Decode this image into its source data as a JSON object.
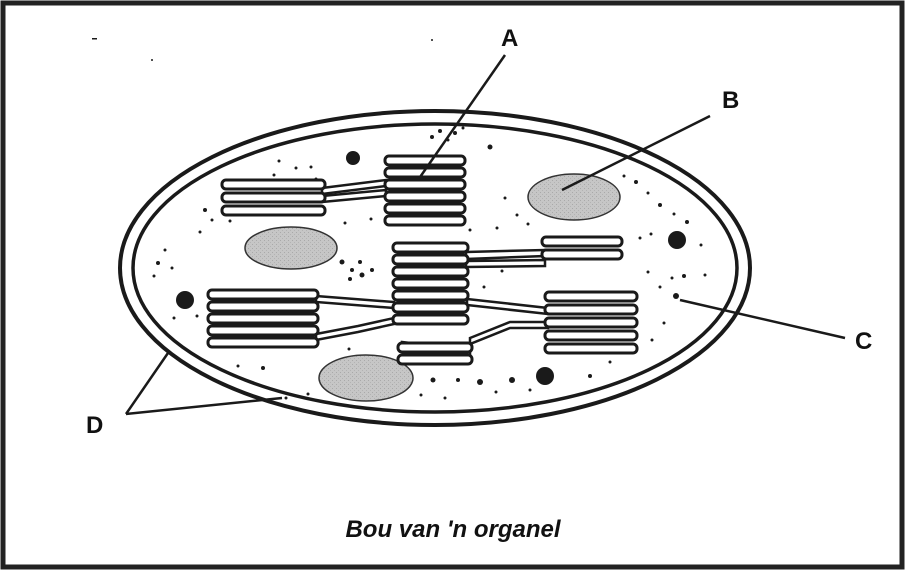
{
  "diagram": {
    "caption": "Bou van 'n organel",
    "labels": {
      "a": "A",
      "b": "B",
      "c": "C",
      "d": "D"
    },
    "colors": {
      "outline": "#1a1a1a",
      "starch_grain_fill": "#c8c8c8",
      "background": "#ffffff"
    }
  }
}
